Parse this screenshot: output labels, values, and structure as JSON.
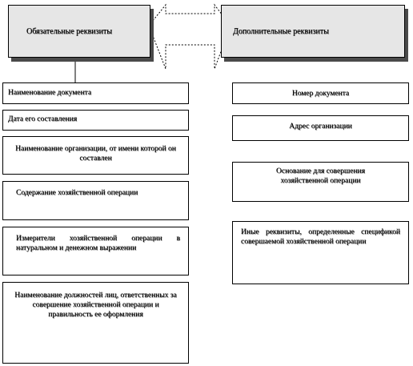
{
  "required": {
    "title": "Обязательные реквизиты",
    "items": [
      "Наименование  документа",
      "Дата его составления",
      "Наименование  организации,  от  имени которой он составлен",
      "Содержание  хозяйственной  операции",
      "Измерители хозяйственной операции в натуральном и денежном  выражении",
      "Наименование  должностей лиц, ответственных  за совершение хозяйственной  операции и правильность ее оформления"
    ]
  },
  "additional": {
    "title": "Дополнительные реквизиты",
    "items": [
      "Номер документа",
      "Адрес организации",
      "Основание  для совершения хозяйственной  операции",
      "Иные     реквизиты,      определенные спецификой         совершаемой хозяйственной  операции"
    ]
  }
}
